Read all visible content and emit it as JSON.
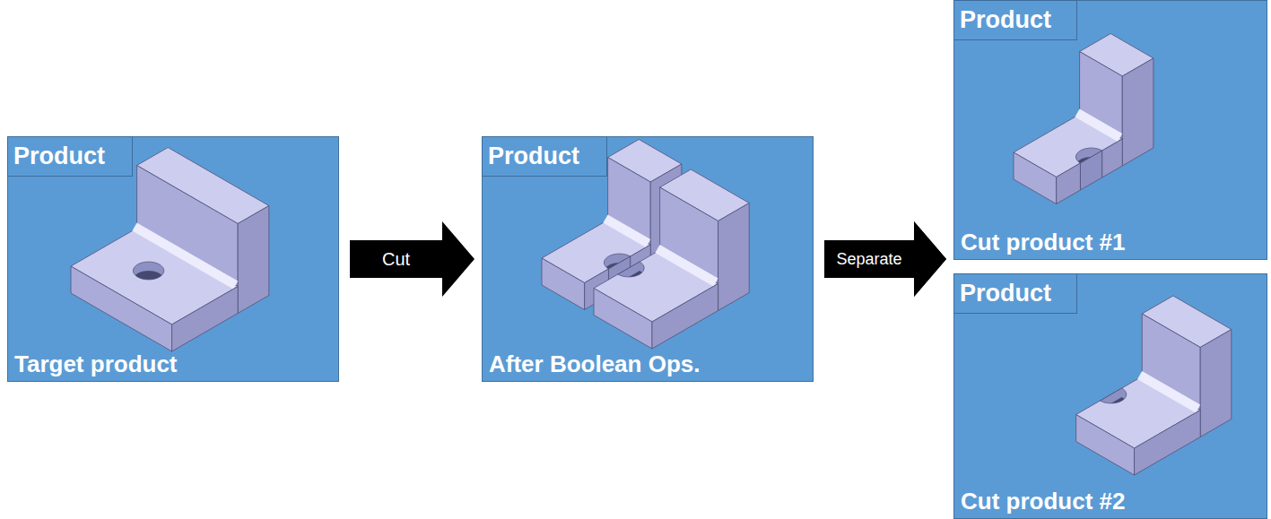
{
  "diagram": {
    "nodes": [
      {
        "text": [
          "Target product"
        ]
      },
      {
        "text": [
          "Product"
        ],
        "in": 0
      },
      {
        "text": [
          "After Boolean Ops."
        ]
      },
      {
        "text": [
          "Product"
        ],
        "in": 2
      },
      {
        "text": [
          "Cut product #1"
        ]
      },
      {
        "text": [
          "Product"
        ],
        "in": 4
      },
      {
        "text": [
          "Cut product #2"
        ]
      },
      {
        "text": [
          "Product"
        ],
        "in": 6
      }
    ],
    "edges": [
      {
        "from": 0,
        "to": 2,
        "arrow": "to",
        "label": "Cut"
      },
      {
        "from": 2,
        "to": 4,
        "arrow": "to",
        "label": "Separate"
      },
      {
        "from": 2,
        "to": 6,
        "arrow": "to"
      }
    ]
  }
}
